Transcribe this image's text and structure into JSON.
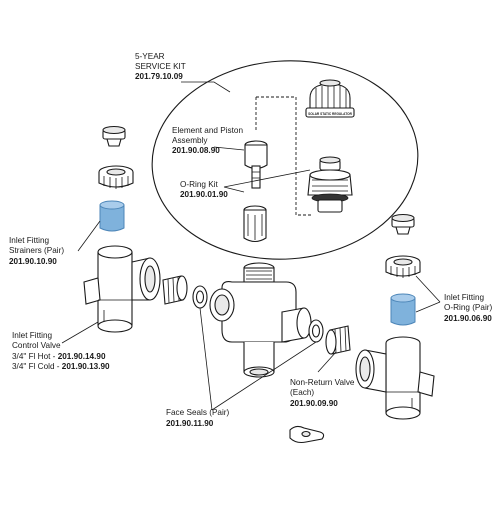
{
  "service_kit": {
    "line1": "5-YEAR",
    "line2": "SERVICE KIT",
    "part": "201.79.10.09"
  },
  "element_piston": {
    "line1": "Element and Piston",
    "line2": "Assembly",
    "part": "201.90.08.90"
  },
  "oring_kit": {
    "line1": "O-Ring Kit",
    "part": "201.90.01.90"
  },
  "inlet_strainers": {
    "line1": "Inlet Fitting",
    "line2": "Strainers (Pair)",
    "part": "201.90.10.90"
  },
  "inlet_control_valve": {
    "line1": "Inlet Fitting",
    "line2": "Control Valve",
    "hot_label": "3/4\" Fl Hot -",
    "hot_part": "201.90.14.90",
    "cold_label": "3/4\" Fl Cold -",
    "cold_part": "201.90.13.90"
  },
  "inlet_oring": {
    "line1": "Inlet Fitting",
    "line2": "O-Ring (Pair)",
    "part": "201.90.06.90"
  },
  "non_return_valve": {
    "line1": "Non-Return Valve",
    "line2": "(Each)",
    "part": "201.90.09.90"
  },
  "face_seals": {
    "line1": "Face Seals (Pair)",
    "part": "201.90.11.90"
  },
  "cap_label": "SOLAR STATIC REGULATOR",
  "colors": {
    "highlight": "#7fb2dc",
    "line": "#1a1a1a",
    "background": "#ffffff"
  }
}
